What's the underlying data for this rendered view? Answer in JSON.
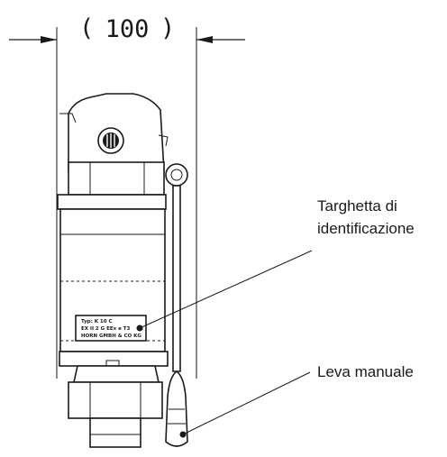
{
  "dimension": {
    "value": "100",
    "unit_note": ""
  },
  "callouts": {
    "nameplate": {
      "line1": "Targhetta di",
      "line2": "identificazione"
    },
    "lever": {
      "label": "Leva manuale"
    }
  },
  "nameplate_text": {
    "line1": "Typ: K 10 C",
    "line2": "EX II 2 G EEx e T3",
    "line3": "HORN GMBH & CO KG"
  }
}
